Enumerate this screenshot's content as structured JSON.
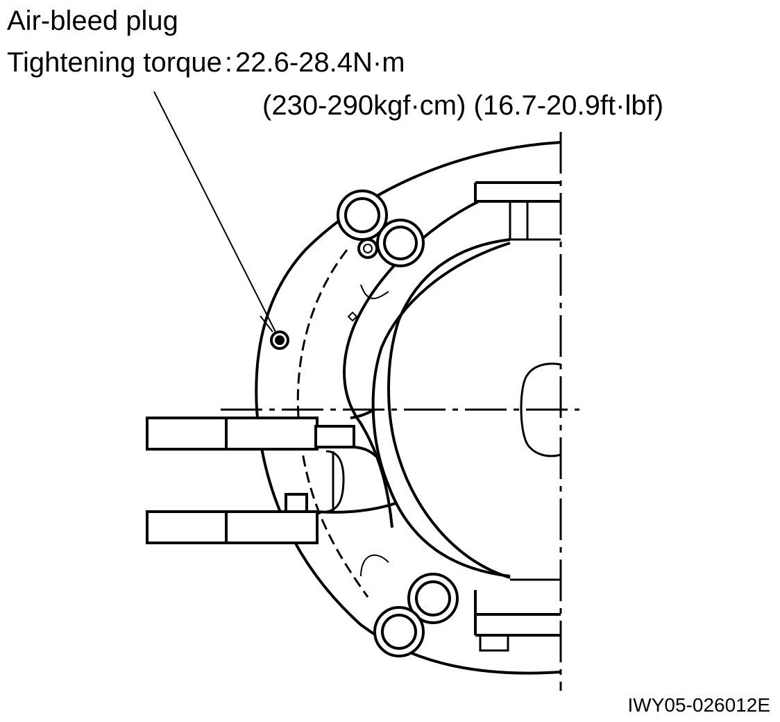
{
  "labels": {
    "part_name": "Air-bleed plug",
    "torque_prefix": "Tightening torque",
    "torque_separator": ":",
    "torque_nm": "22.6-28.4",
    "torque_nm_unit": "N·m",
    "torque_alt": "(230-290kgf·cm) (16.7-20.9ft·lbf)",
    "figure_id": "IWY05-026012E"
  }
}
